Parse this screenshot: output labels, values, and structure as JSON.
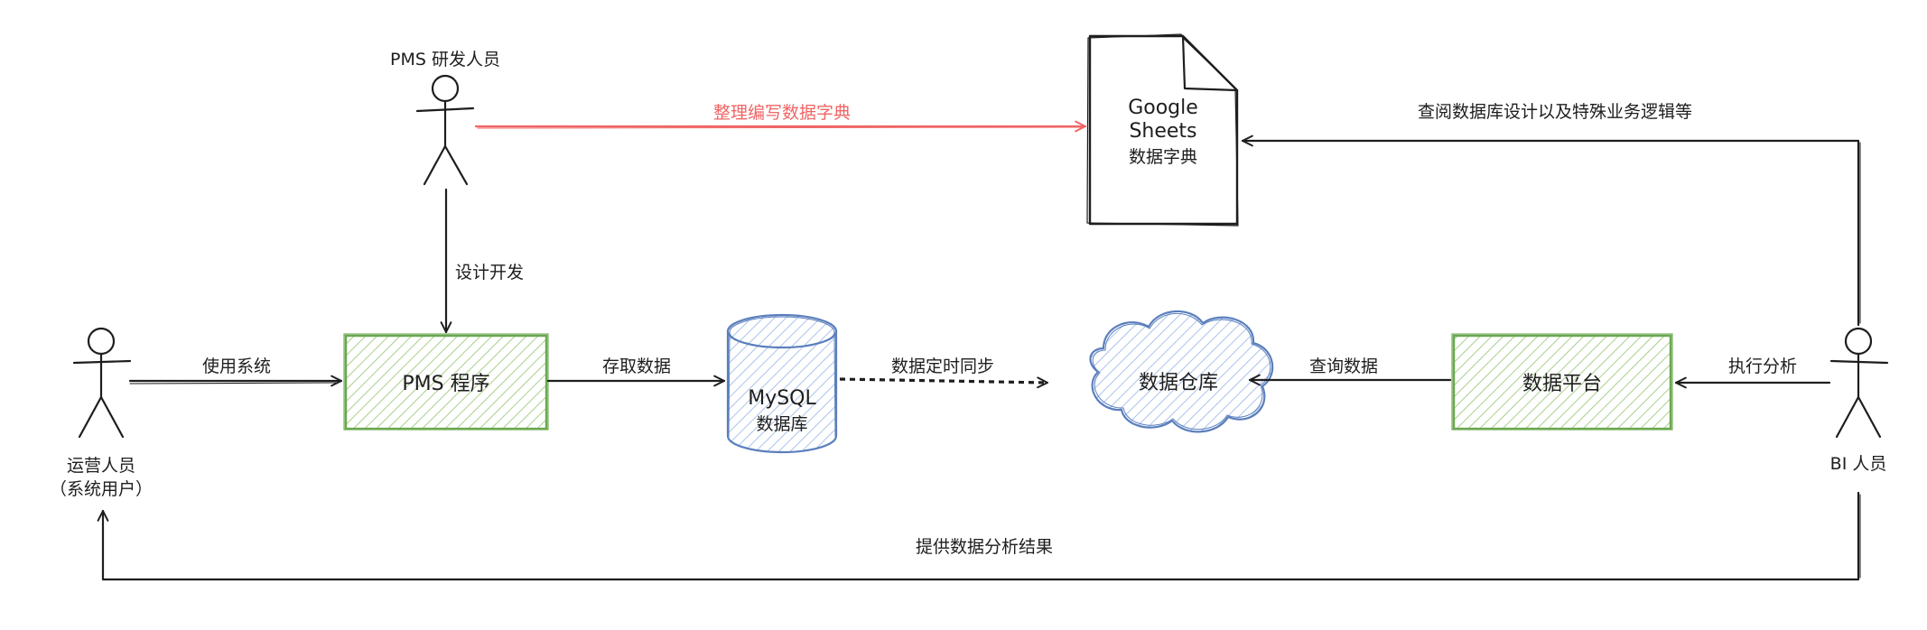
{
  "colors": {
    "ink": "#1e1e1e",
    "green_stroke": "#6aa84f",
    "green_hatch": "#a8d08d",
    "blue_stroke": "#5b7fbd",
    "blue_hatch": "#a9c4ea",
    "red": "#f06565"
  },
  "actors": {
    "developer": "PMS 研发人员",
    "operator_line1": "运营人员",
    "operator_line2": "（系统用户）",
    "bi": "BI 人员"
  },
  "nodes": {
    "pms_program": "PMS 程序",
    "mysql_line1": "MySQL",
    "mysql_line2": "数据库",
    "warehouse": "数据仓库",
    "data_platform": "数据平台",
    "dictionary_line1": "Google",
    "dictionary_line2": "Sheets",
    "dictionary_line3": "数据字典"
  },
  "edges": {
    "write_dictionary": "整理编写数据字典",
    "design_develop": "设计开发",
    "use_system": "使用系统",
    "store_data": "存取数据",
    "sync": "数据定时同步",
    "query_data": "查询数据",
    "run_analysis": "执行分析",
    "consult": "查阅数据库设计以及特殊业务逻辑等",
    "provide_results": "提供数据分析结果"
  },
  "icons": {
    "actor": "stick-figure-icon",
    "document": "document-icon",
    "database": "database-cylinder-icon",
    "cloud": "cloud-icon"
  }
}
